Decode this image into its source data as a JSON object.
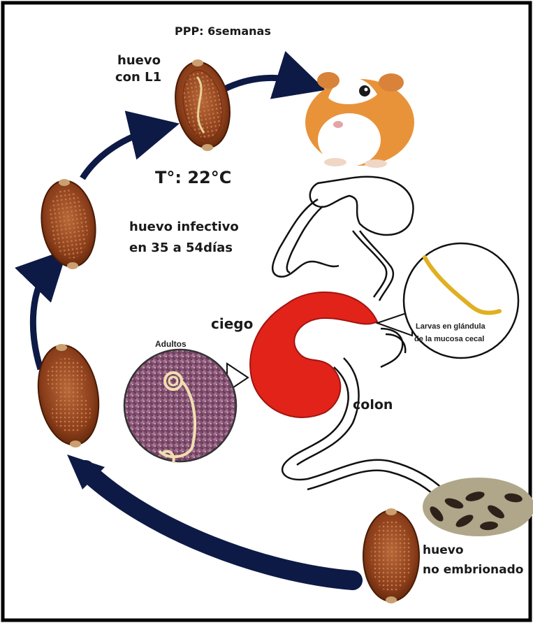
{
  "labels": {
    "ppp": "PPP: 6semanas",
    "huevo_l1_line1": "huevo",
    "huevo_l1_line2": "con L1",
    "temperature": "T°: 22°C",
    "infective_line1": "huevo infectivo",
    "infective_line2": "en 35 a 54días",
    "ciego": "ciego",
    "colon": "colon",
    "adultos": "Adultos",
    "larvas_line1": "Larvas en glándula",
    "larvas_line2": "de la mucosa cecal",
    "unembryo_line1": "huevo",
    "unembryo_line2": "no embrionado"
  },
  "colors": {
    "arrow": "#0d1a45",
    "cecum": "#e2231a",
    "egg_shell": "#8a3d1a",
    "egg_inner": "#a8562c",
    "larva": "#e0b020",
    "tissue": "#8e5a7c",
    "worm": "#efe0b0",
    "frame": "#000000"
  }
}
